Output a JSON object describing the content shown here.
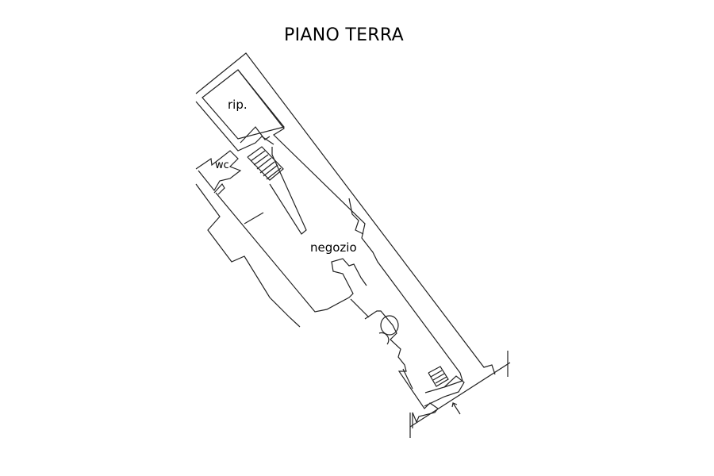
{
  "title": "PIANO TERRA",
  "rooms": {
    "storage": "rip.",
    "toilet": "wc",
    "shop": "negozio"
  }
}
